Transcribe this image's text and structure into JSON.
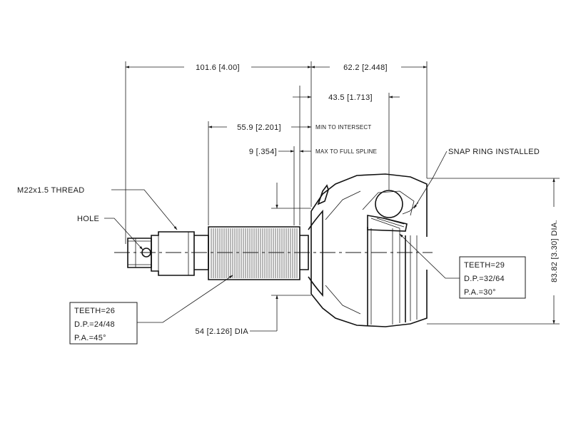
{
  "dimensions": {
    "overall_left": "101.6 [4.00]",
    "overall_right": "62.2 [2.448]",
    "ball_offset": "43.5 [1.713]",
    "min_intersect": "55.9 [2.201]",
    "min_intersect_note": "MIN TO INTERSECT",
    "full_spline": "9 [.354]",
    "full_spline_note": "MAX TO FULL SPLINE",
    "shoulder_dia": "54 [2.126] DIA",
    "outer_dia": "83.82 [3.30] DIA."
  },
  "callouts": {
    "thread": "M22x1.5 THREAD",
    "hole": "HOLE",
    "snap_ring": "SNAP RING INSTALLED"
  },
  "spec_left": {
    "teeth": "TEETH=26",
    "dp": "D.P.=24/48",
    "pa": "P.A.=45°"
  },
  "spec_right": {
    "teeth": "TEETH=29",
    "dp": "D.P.=32/64",
    "pa": "P.A.=30°"
  }
}
